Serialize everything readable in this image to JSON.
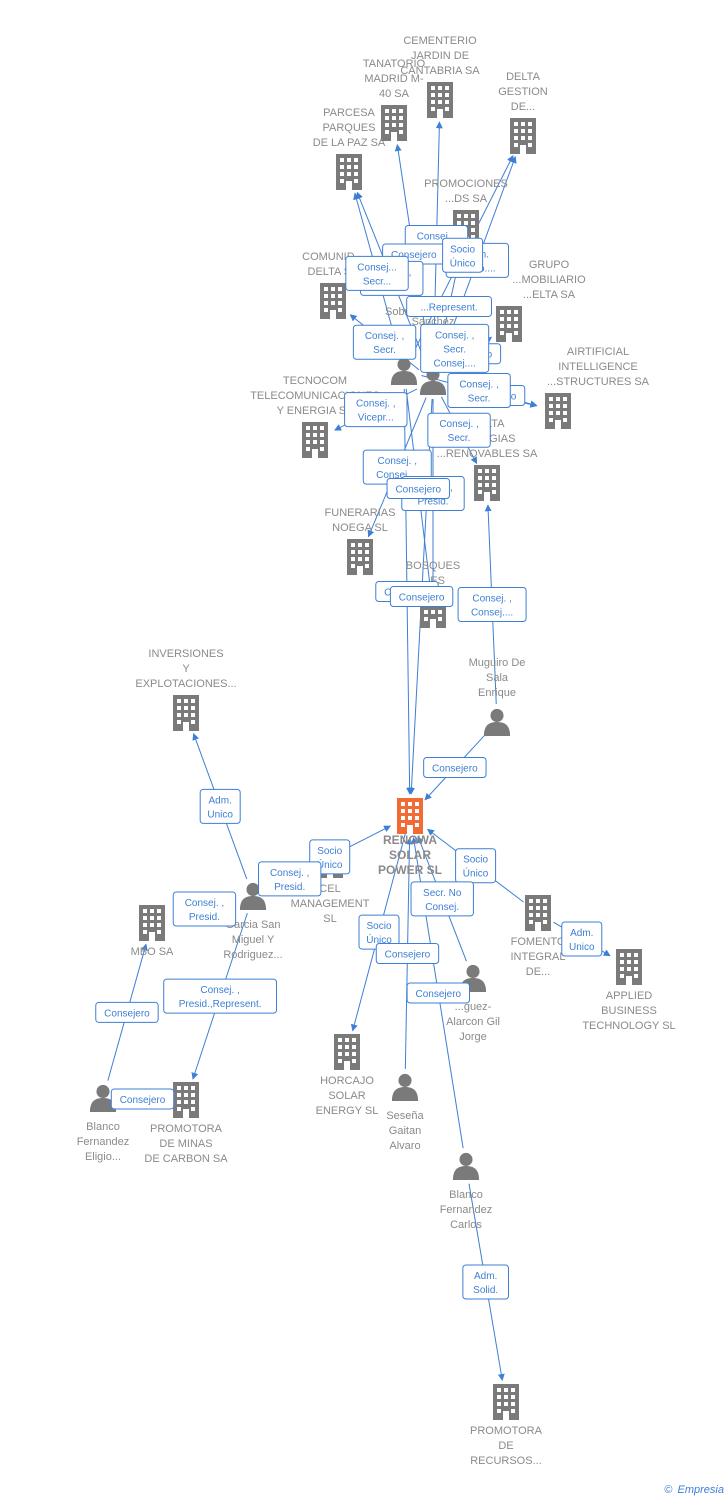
{
  "focus_color": "#f26b35",
  "node_color": "#7a7a7a",
  "edge_color": "#3d7fd4",
  "footer": {
    "copyright": "©",
    "brand": "Empresia"
  },
  "nodes": [
    {
      "id": "renowa",
      "kind": "company",
      "focus": true,
      "lines": [
        "RENOWA",
        "SOLAR",
        "POWER  SL"
      ]
    },
    {
      "id": "cementerio",
      "kind": "company",
      "lines": [
        "CEMENTERIO",
        "JARDIN DE",
        "CANTABRIA SA"
      ]
    },
    {
      "id": "tanatorio",
      "kind": "company",
      "lines": [
        "TANATORIO",
        "MADRID M-",
        "40 SA"
      ]
    },
    {
      "id": "delta_gestion",
      "kind": "company",
      "lines": [
        "DELTA",
        "GESTION",
        "DE..."
      ]
    },
    {
      "id": "parcesa",
      "kind": "company",
      "lines": [
        "PARCESA",
        "PARQUES",
        "DE LA PAZ SA"
      ]
    },
    {
      "id": "promociones",
      "kind": "company",
      "lines": [
        "PROMOCIONES",
        "...DS SA"
      ]
    },
    {
      "id": "comunidad",
      "kind": "company",
      "lines": [
        "COMUNID...",
        "DELTA SA"
      ]
    },
    {
      "id": "grupo",
      "kind": "company",
      "lines": [
        "GRUPO",
        "...MOBILIARIO",
        "...ELTA SA"
      ]
    },
    {
      "id": "airtificial",
      "kind": "company",
      "lines": [
        "AIRTIFICIAL",
        "INTELLIGENCE",
        "...STRUCTURES SA"
      ]
    },
    {
      "id": "tecnocom",
      "kind": "company",
      "lines": [
        "TECNOCOM",
        "TELECOMUNICACIONES",
        "Y ENERGIA SA"
      ]
    },
    {
      "id": "delta_energias",
      "kind": "company",
      "lines": [
        "...ELTA",
        "ENERGIAS",
        "...RENOVABLES SA"
      ]
    },
    {
      "id": "funerarias",
      "kind": "company",
      "lines": [
        "FUNERARIAS",
        "NOEGA SL"
      ]
    },
    {
      "id": "bosques",
      "kind": "company",
      "lines": [
        "BOSQUES",
        "...ES"
      ]
    },
    {
      "id": "inversiones",
      "kind": "company",
      "lines": [
        "INVERSIONES",
        "Y",
        "EXPLOTACIONES..."
      ]
    },
    {
      "id": "cel",
      "kind": "company",
      "lines": [
        "CEL",
        "MANAGEMENT",
        "SL"
      ]
    },
    {
      "id": "fomento",
      "kind": "company",
      "lines": [
        "FOMENTO",
        "INTEGRAL",
        "DE..."
      ]
    },
    {
      "id": "applied",
      "kind": "company",
      "lines": [
        "APPLIED",
        "BUSINESS",
        "TECHNOLOGY SL"
      ]
    },
    {
      "id": "mbo",
      "kind": "company",
      "lines": [
        "MBO SA"
      ]
    },
    {
      "id": "horcajo",
      "kind": "company",
      "lines": [
        "HORCAJO",
        "SOLAR",
        "ENERGY  SL"
      ]
    },
    {
      "id": "promotora_minas",
      "kind": "company",
      "lines": [
        "PROMOTORA",
        "DE MINAS",
        "DE CARBON SA"
      ]
    },
    {
      "id": "promotora_recursos",
      "kind": "company",
      "lines": [
        "PROMOTORA",
        "DE",
        "RECURSOS..."
      ]
    },
    {
      "id": "sobrino",
      "kind": "person",
      "lines": [
        "Sobrino",
        "...",
        "..."
      ]
    },
    {
      "id": "sanchez",
      "kind": "person",
      "lines": [
        "Sanchez",
        "...",
        "...lv..."
      ]
    },
    {
      "id": "muguiro",
      "kind": "person",
      "lines": [
        "Muguiro De",
        "Sala",
        "Enrique"
      ]
    },
    {
      "id": "garcia",
      "kind": "person",
      "lines": [
        "Garcia San",
        "Miguel Y",
        "Rodriguez..."
      ]
    },
    {
      "id": "rodriguez",
      "kind": "person",
      "lines": [
        "...guez-",
        "Alarcon Gil",
        "Jorge"
      ]
    },
    {
      "id": "senena",
      "kind": "person",
      "lines": [
        "Seseña",
        "Gaitan",
        "Alvaro"
      ]
    },
    {
      "id": "blanco_eligio",
      "kind": "person",
      "lines": [
        "Blanco",
        "Fernandez",
        "Eligio..."
      ]
    },
    {
      "id": "blanco_carlos",
      "kind": "person",
      "lines": [
        "Blanco",
        "Fernandez",
        "Carlos"
      ]
    }
  ],
  "edges": [
    {
      "from": "sobrino",
      "to": "renowa",
      "label": [
        "Consejero"
      ]
    },
    {
      "from": "sanchez",
      "to": "renowa",
      "label": [
        "Consejero"
      ]
    },
    {
      "from": "muguiro",
      "to": "renowa",
      "label": [
        "Consejero"
      ]
    },
    {
      "from": "muguiro",
      "to": "delta_energias",
      "label": [
        "Consej. ,",
        "Consej...."
      ]
    },
    {
      "from": "garcia",
      "to": "renowa",
      "label": [
        "Socio",
        "Único"
      ]
    },
    {
      "from": "garcia",
      "to": "inversiones",
      "label": [
        "Adm.",
        "Unico"
      ]
    },
    {
      "from": "garcia",
      "to": "mbo",
      "label": [
        "Consej. ,",
        "Presid."
      ]
    },
    {
      "from": "garcia",
      "to": "promotora_minas",
      "label": [
        "Consej. ,",
        "Presid.,Represent."
      ]
    },
    {
      "from": "garcia",
      "to": "cel",
      "label": [
        "Consej. ,",
        "Presid."
      ]
    },
    {
      "from": "fomento",
      "to": "renowa",
      "label": [
        "Socio",
        "Único"
      ]
    },
    {
      "from": "fomento",
      "to": "applied",
      "label": [
        "Adm.",
        "Unico"
      ]
    },
    {
      "from": "rodriguez",
      "to": "renowa",
      "label": [
        "Secr.  No",
        "Consej."
      ]
    },
    {
      "from": "renowa",
      "to": "horcajo",
      "label": [
        "Socio",
        "Único"
      ]
    },
    {
      "from": "senena",
      "to": "renowa",
      "label": [
        "Consejero"
      ]
    },
    {
      "from": "blanco_carlos",
      "to": "renowa",
      "label": [
        "Consejero"
      ]
    },
    {
      "from": "blanco_carlos",
      "to": "promotora_recursos",
      "label": [
        "Adm.",
        "Solid."
      ]
    },
    {
      "from": "blanco_eligio",
      "to": "mbo",
      "label": [
        "Consejero"
      ]
    },
    {
      "from": "blanco_eligio",
      "to": "promotora_minas",
      "label": [
        "Consejero"
      ]
    },
    {
      "from": "sanchez",
      "to": "cementerio",
      "label": [
        "Consej. ,",
        "Miem...."
      ]
    },
    {
      "from": "sanchez",
      "to": "tanatorio",
      "label": [
        "Consejero"
      ]
    },
    {
      "from": "sanchez",
      "to": "delta_gestion",
      "label": [
        "Adm.",
        "Unico...."
      ]
    },
    {
      "from": "sanchez",
      "to": "parcesa",
      "label": [
        "Consej. ,",
        "Secr."
      ]
    },
    {
      "from": "sanchez",
      "to": "promociones",
      "label": [
        "...Represent."
      ]
    },
    {
      "from": "sanchez",
      "to": "comunidad",
      "label": [
        "Consej. ,",
        "Secr."
      ]
    },
    {
      "from": "sanchez",
      "to": "grupo",
      "label": [
        "Consejero"
      ]
    },
    {
      "from": "sanchez",
      "to": "airtificial",
      "label": [
        "Consejero"
      ]
    },
    {
      "from": "sanchez",
      "to": "tecnocom",
      "label": [
        "Consej. ,",
        "Vicepr..."
      ]
    },
    {
      "from": "sanchez",
      "to": "delta_energias",
      "label": [
        "Consej. ,",
        "Secr."
      ]
    },
    {
      "from": "sanchez",
      "to": "funerarias",
      "label": [
        "Consej. ,",
        "Consej...."
      ]
    },
    {
      "from": "sanchez",
      "to": "bosques",
      "label": [
        "Consej. ,",
        "Presid."
      ]
    },
    {
      "from": "sobrino",
      "to": "grupo",
      "label": [
        "Consej. ,",
        "Secr.",
        "Consej...."
      ]
    },
    {
      "from": "sobrino",
      "to": "delta_gestion",
      "label": [
        "Socio",
        "Único"
      ]
    },
    {
      "from": "sobrino",
      "to": "bosques",
      "label": [
        "Consejero"
      ]
    },
    {
      "from": "sobrino",
      "to": "parcesa",
      "label": [
        "Consej...",
        "Secr..."
      ]
    },
    {
      "from": "sobrino",
      "to": "airtificial",
      "label": [
        "Consej. ,",
        "Secr."
      ]
    }
  ]
}
